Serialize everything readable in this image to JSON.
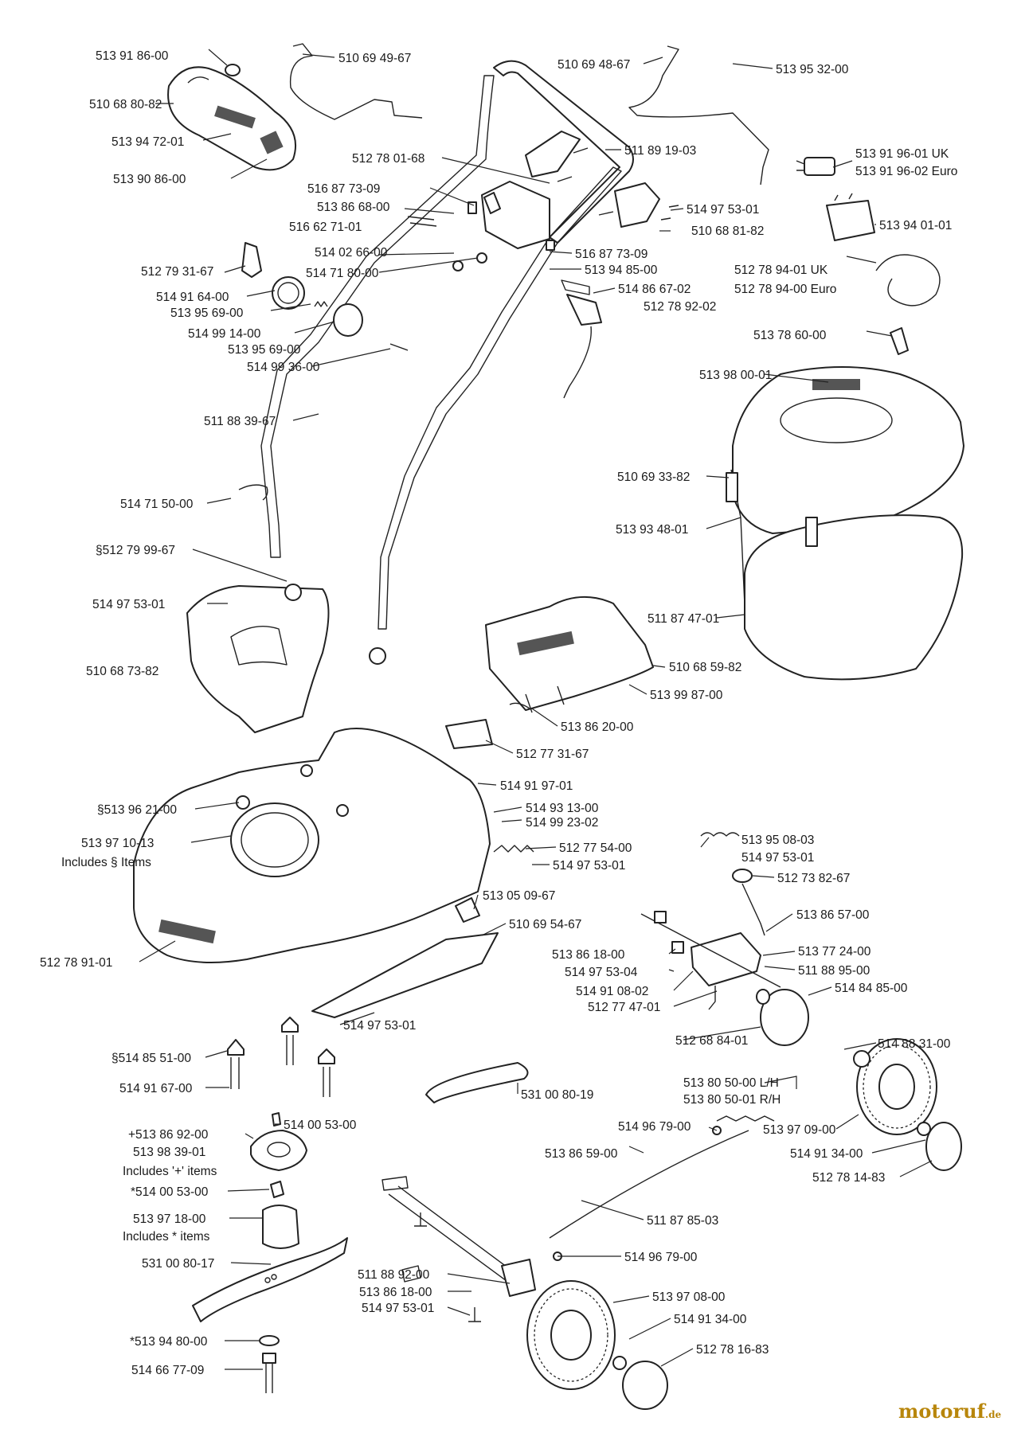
{
  "labels": [
    "513 91 86-00",
    "510 68 80-82",
    "513 94 72-01",
    "513 90 86-00",
    "510 69 49-67",
    "510 69 48-67",
    "513 95 32-00",
    "512 78 01-68",
    "511 89 19-03",
    "513 91 96-01 UK",
    "513 91 96-02 Euro",
    "516 87 73-09",
    "513 86 68-00",
    "516 62 71-01",
    "514 97 53-01",
    "510 68 81-82",
    "513 94 01-01",
    "514 02 66-00",
    "514 71 80-00",
    "516 87 73-09",
    "512 79 31-67",
    "513 94 85-00",
    "514 86 67-02",
    "512 78 92-02",
    "514 91 64-00",
    "513 95 69-00",
    "514 99 14-00",
    "513 95 69-00",
    "514 99 36-00",
    "512 78 94-01 UK",
    "512 78 94-00 Euro",
    "513 78 60-00",
    "513 98 00-01",
    "511 88 39-67",
    "510 69 33-82",
    "513 93 48-01",
    "514 71 50-00",
    "§512 79 99-67",
    "514 97 53-01",
    "511 87 47-01",
    "510 68 73-82",
    "510 68 59-82",
    "513 99 87-00",
    "513 86 20-00",
    "512 77 31-67",
    "514 91 97-01",
    "§513 96 21-00",
    "514 93 13-00",
    "514 99 23-02",
    "513 97 10-13",
    "Includes § Items",
    "512 77 54-00",
    "514 97 53-01",
    "513 95 08-03",
    "514 97 53-01",
    "512 73 82-67",
    "513 05 09-67",
    "513 86 57-00",
    "510 69 54-67",
    "513 86 18-00",
    "513 77 24-00",
    "514 97 53-04",
    "511 88 95-00",
    "512 78 91-01",
    "514 91 08-02",
    "514 84 85-00",
    "512 77 47-01",
    "514 97 53-01",
    "512 68 84-01",
    "514 88 31-00",
    "§514 85 51-00",
    "514 91 67-00",
    "513 80 50-00 L/H",
    "513 80 50-01 R/H",
    "531 00 80-19",
    "514 00 53-00",
    "513 97 09-00",
    "514 96 79-00",
    "+513 86 92-00",
    "513 98 39-01",
    "Includes '+' items",
    "513 86 59-00",
    "514 91 34-00",
    "512 78 14-83",
    "*514 00 53-00",
    "511 87 85-03",
    "513 97 18-00",
    "Includes  *  items",
    "531 00 80-17",
    "514 96 79-00",
    "511 88 92-00",
    "513 86 18-00",
    "513 97  08-00",
    "514 97 53-01",
    "514 91 34-00",
    "512 78 16-83",
    "*513 94 80-00",
    "514 66 77-09"
  ],
  "watermark": {
    "brand": "motoruf",
    "tld": ".de",
    "color": "#b8860b"
  }
}
